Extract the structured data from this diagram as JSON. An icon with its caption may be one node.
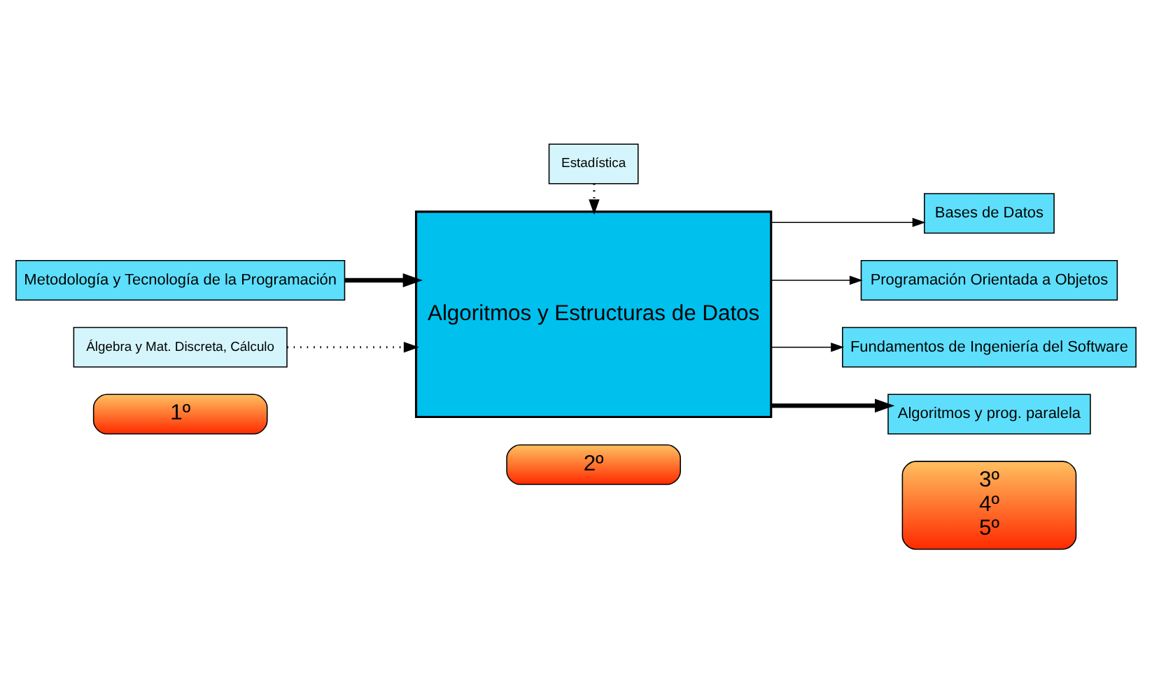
{
  "diagram": {
    "nodes": [
      {
        "text": [
          "1º"
        ]
      },
      {
        "text": [
          "2º"
        ]
      },
      {
        "text": [
          "3º",
          "4º",
          "5º"
        ]
      },
      {
        "text": [
          "Metodología y Tecnología de la Programación"
        ]
      },
      {
        "text": [
          "Álgebra y Mat. Discreta, Cálculo"
        ]
      },
      {
        "text": [
          "Algoritmos y Estructuras de Datos"
        ]
      },
      {
        "text": [
          "Estadística"
        ]
      },
      {
        "text": [
          "Bases de Datos"
        ]
      },
      {
        "text": [
          "Programación Orientada a Objetos"
        ]
      },
      {
        "text": [
          "Fundamentos de Ingeniería del Software"
        ]
      },
      {
        "text": [
          "Algoritmos y prog. paralela"
        ]
      }
    ],
    "edges": [
      {
        "from": 3,
        "to": 5,
        "arrow": "to",
        "style": "thick"
      },
      {
        "from": 4,
        "to": 5,
        "arrow": "to",
        "style": "dashed"
      },
      {
        "from": 6,
        "to": 5,
        "arrow": "to",
        "style": "dashed"
      },
      {
        "from": 5,
        "to": 7,
        "arrow": "to"
      },
      {
        "from": 5,
        "to": 8,
        "arrow": "to"
      },
      {
        "from": 5,
        "to": 9,
        "arrow": "to"
      },
      {
        "from": 5,
        "to": 10,
        "arrow": "to",
        "style": "thick"
      }
    ]
  }
}
